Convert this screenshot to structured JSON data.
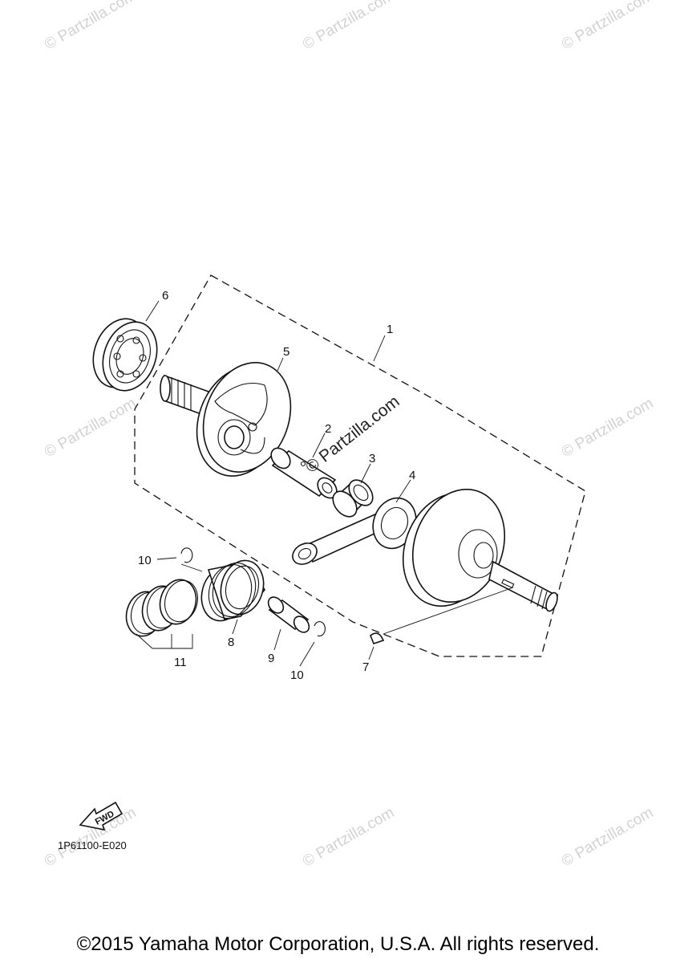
{
  "watermark": {
    "text": "© Partzilla.com"
  },
  "diagram": {
    "labels": {
      "p1": "1",
      "p2": "2",
      "p3": "3",
      "p4": "4",
      "p5": "5",
      "p6": "6",
      "p7": "7",
      "p8": "8",
      "p9": "9",
      "p10a": "10",
      "p10b": "10",
      "p11": "11"
    },
    "fwd_label": "FWD",
    "diagram_code": "1P61100-E020"
  },
  "footer": {
    "copyright": "©2015 Yamaha Motor Corporation, U.S.A. All rights reserved."
  }
}
